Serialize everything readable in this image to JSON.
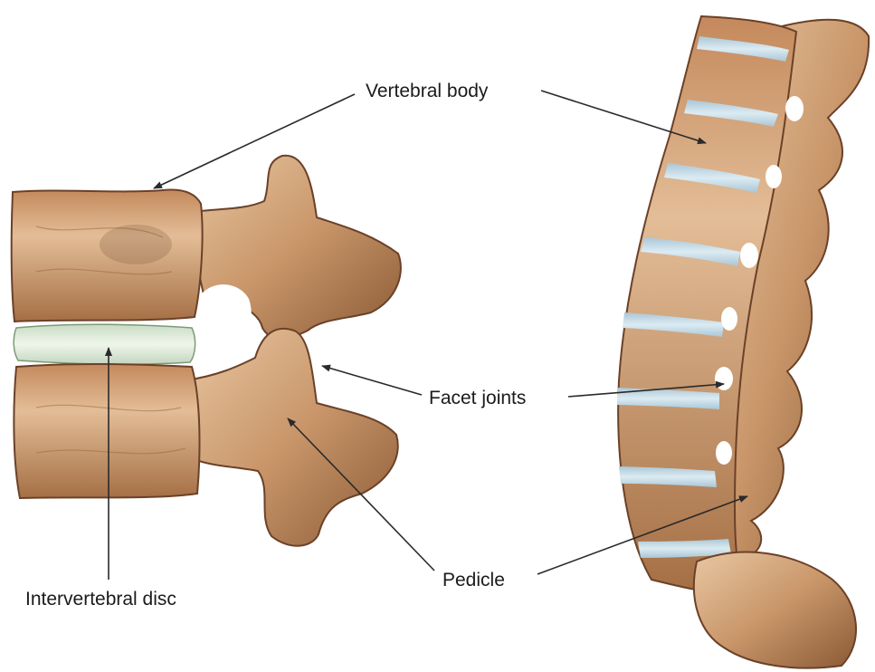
{
  "labels": {
    "vertebral_body": "Vertebral body",
    "facet_joints": "Facet joints",
    "pedicle": "Pedicle",
    "intervertebral_disc": "Intervertebral disc"
  },
  "colors": {
    "bone": "#d9b08c",
    "bone_shadow": "#8a5a35",
    "bone_dark": "#6b4128",
    "disc": "#d7ead6",
    "disc_blue": "#bfd7e3",
    "pointer": "#2a2a2a"
  }
}
